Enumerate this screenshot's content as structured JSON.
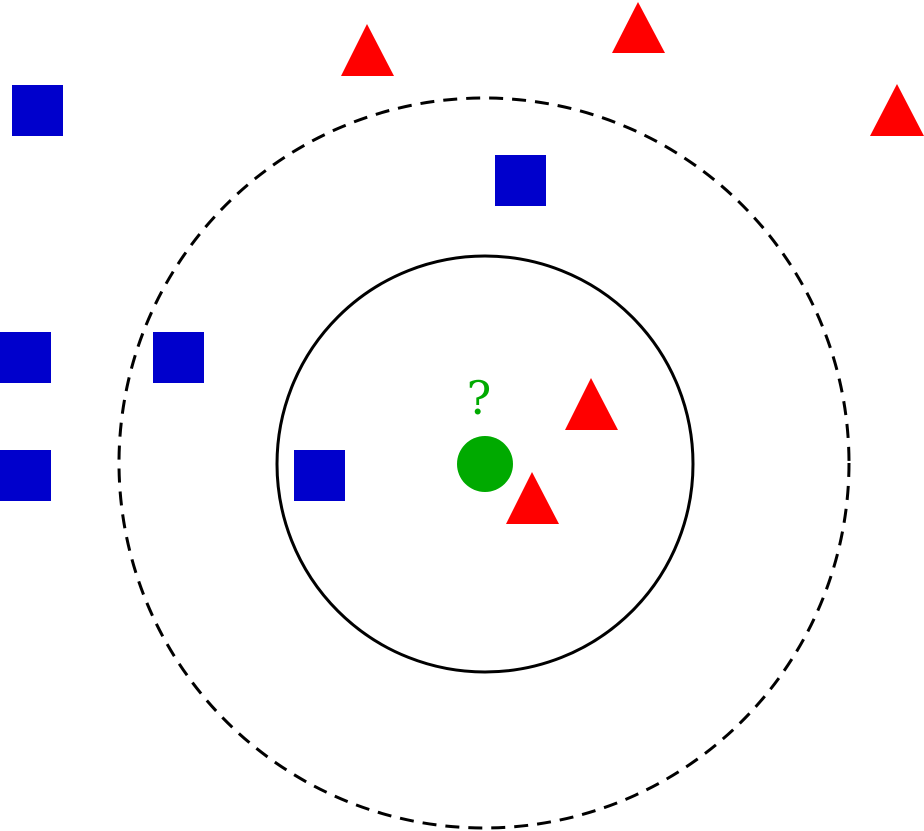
{
  "colors": {
    "class_square": "#0000cc",
    "class_triangle": "#ff0000",
    "query_point": "#00aa00",
    "boundary": "#000000",
    "background": "#ffffff"
  },
  "query": {
    "label": "?",
    "icon": "circle"
  },
  "classes": [
    {
      "shape": "square",
      "icon": "blue-square-icon",
      "count": 6
    },
    {
      "shape": "triangle",
      "icon": "red-triangle-icon",
      "count": 5
    }
  ],
  "boundaries": [
    {
      "style": "solid",
      "encloses": {
        "square": 1,
        "triangle": 2
      }
    },
    {
      "style": "dashed",
      "encloses": {
        "square": 3,
        "triangle": 2
      }
    }
  ]
}
